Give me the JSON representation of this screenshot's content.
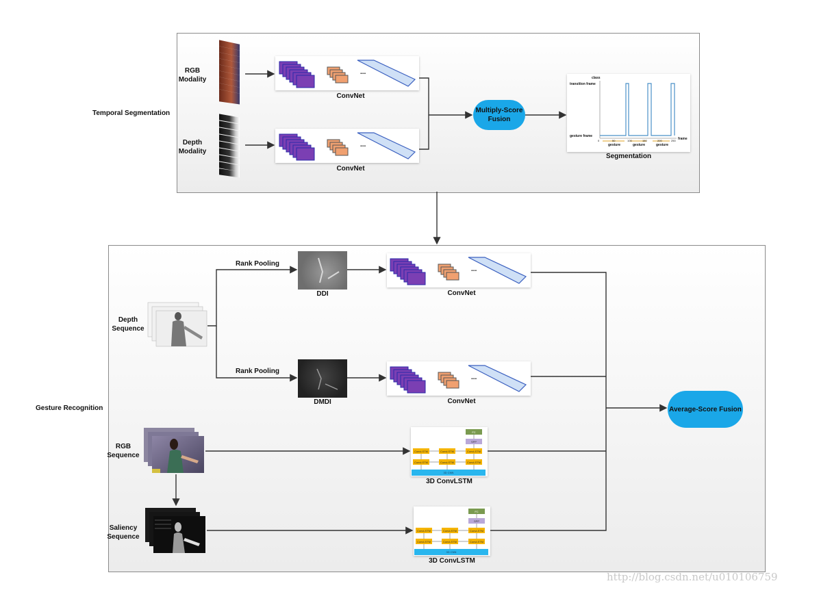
{
  "top": {
    "row_label": "Temporal Segmentation",
    "rgb_label": [
      "RGB",
      "Modality"
    ],
    "depth_label": [
      "Depth",
      "Modality"
    ],
    "convnet_label": "ConvNet",
    "fusion_label": [
      "Multiply-Score",
      "Fusion"
    ],
    "segmentation_label": "Segmentation",
    "plot": {
      "y_axis_title": "class",
      "transition_label": "transition frame",
      "gesture_frame_label": "gesture frame",
      "x_axis_title": "frame",
      "x_ticks": [
        "0",
        "50",
        "100",
        "150",
        "200",
        "250"
      ],
      "segment_labels": [
        "gesture",
        "gesture",
        "gesture"
      ]
    }
  },
  "bottom": {
    "row_label": "Gesture Recognition",
    "depth_seq_label": [
      "Depth",
      "Sequence"
    ],
    "rgb_seq_label": [
      "RGB",
      "Sequence"
    ],
    "saliency_seq_label": [
      "Saliency",
      "Sequence"
    ],
    "rank_pooling_1": "Rank Pooling",
    "rank_pooling_2": "Rank Pooling",
    "ddi_label": "DDI",
    "dmdi_label": "DMDI",
    "convnet_label": "ConvNet",
    "convlstm_label": "3D ConvLSTM",
    "fusion_label": "Average-Score Fusion",
    "lstm_cell": "ConvLSTM",
    "lstm_base": "3D CNN",
    "lstm_spp": "SPP",
    "lstm_fc": "FC"
  },
  "watermark": "http://blog.csdn.net/u010106759",
  "colors": {
    "fusion": "#1aa7e8",
    "conv_purple": "#7b3fb3",
    "conv_orange": "#f0a070",
    "lstm_yellow": "#f5b400",
    "lstm_base": "#29b6ee"
  }
}
